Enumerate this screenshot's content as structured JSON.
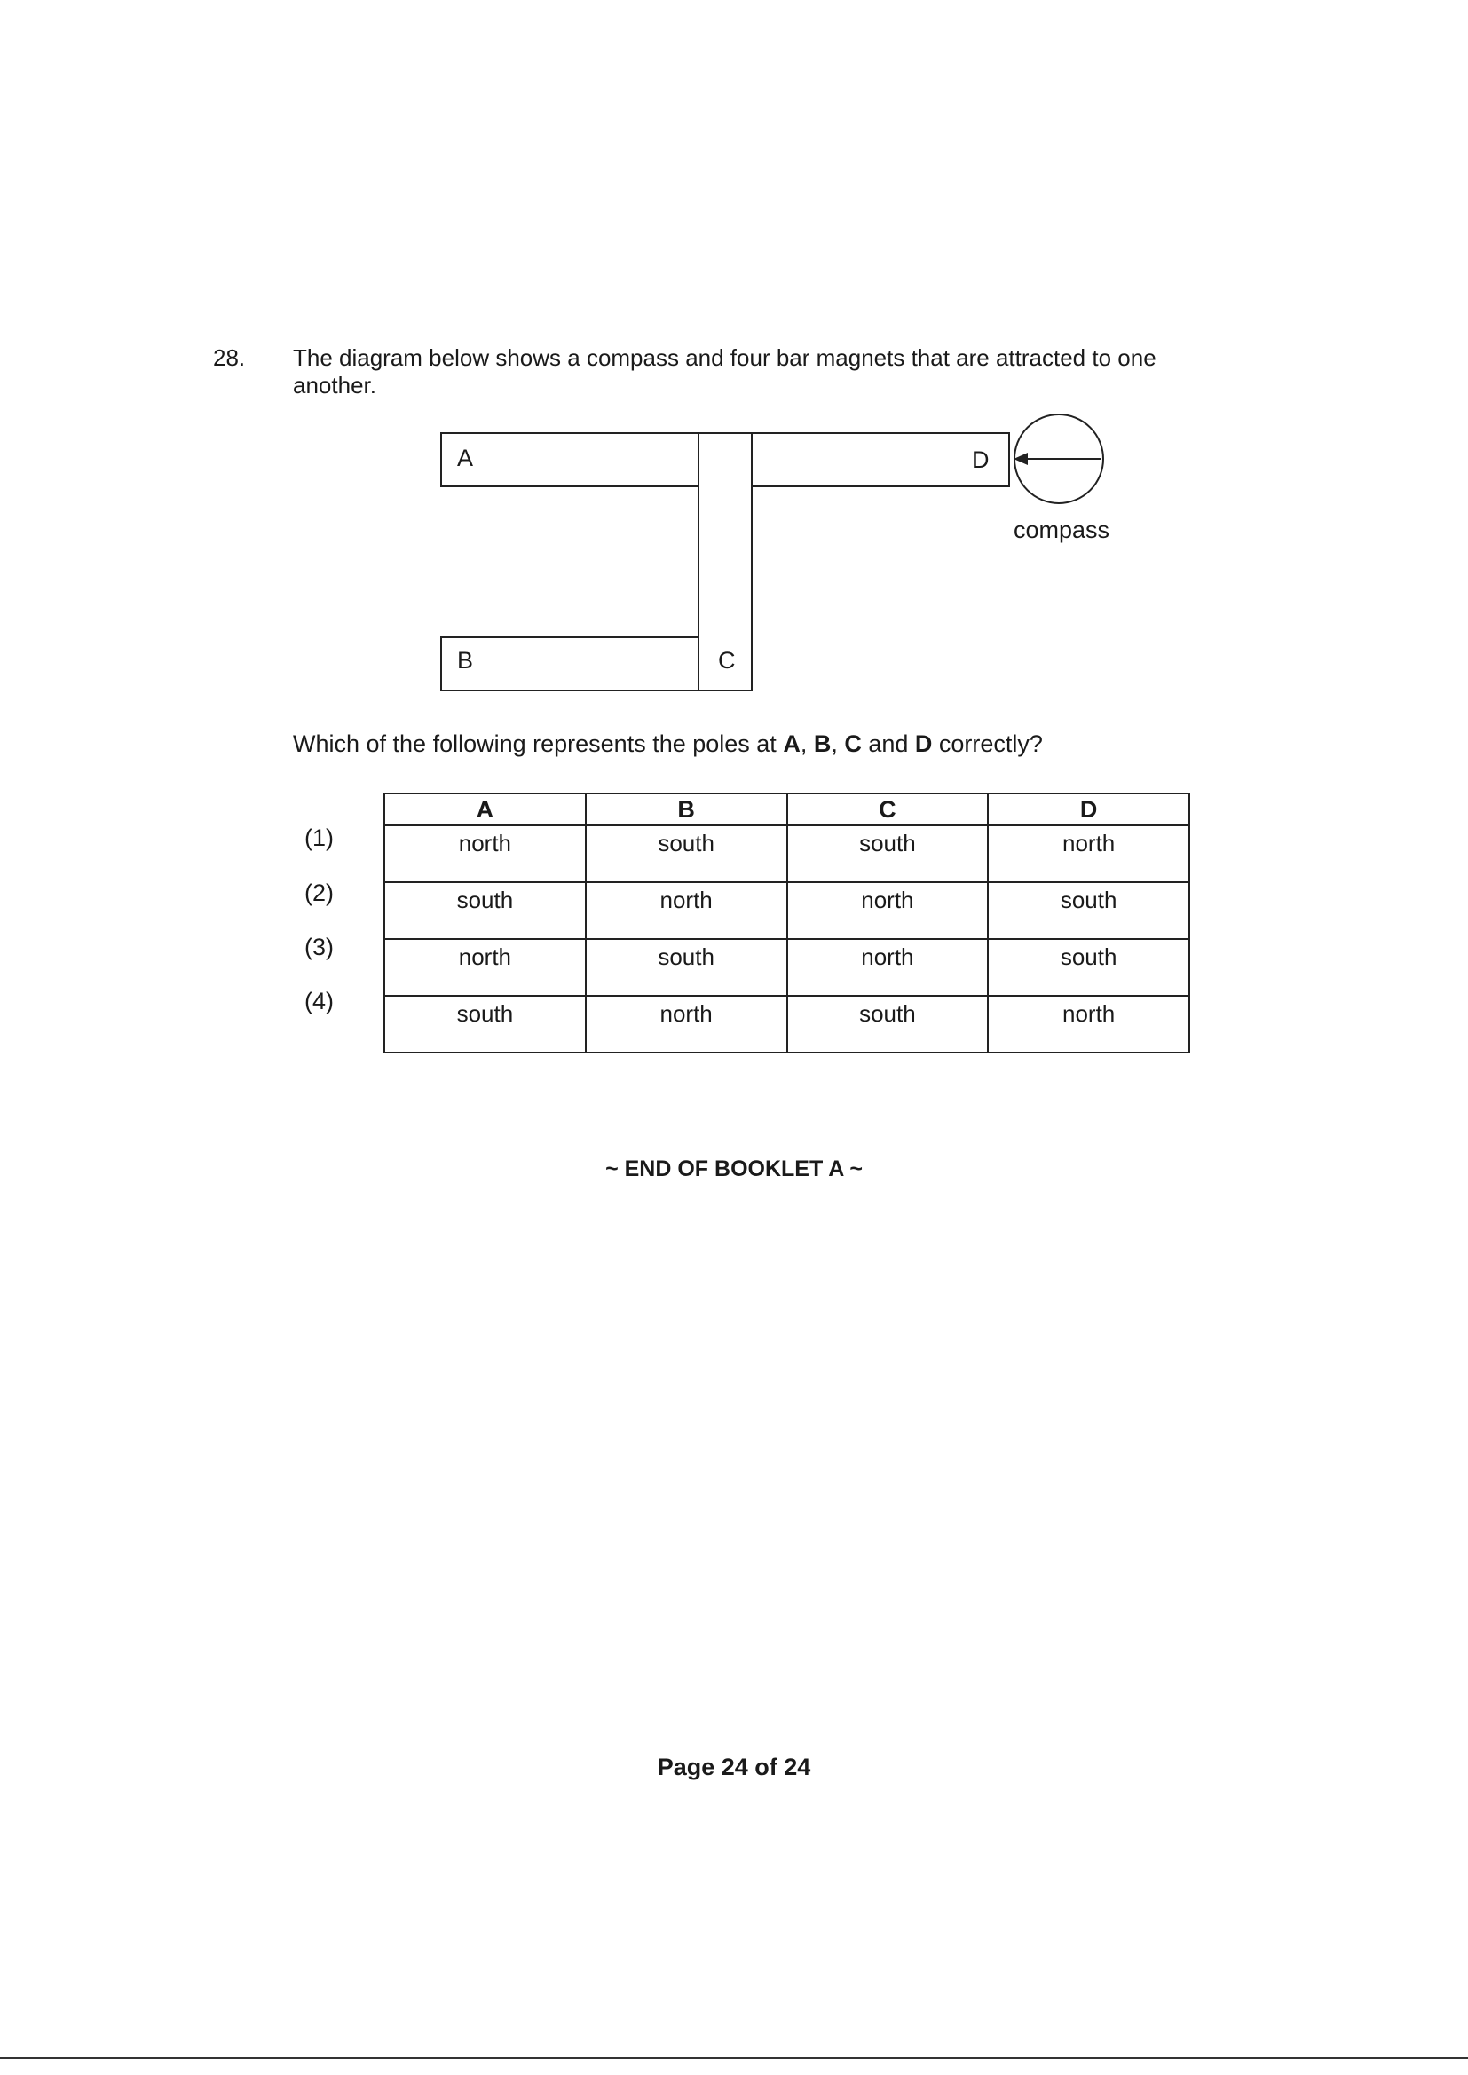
{
  "question": {
    "number": "28.",
    "text": "The diagram below shows a compass and four bar magnets that are attracted to one another."
  },
  "diagram": {
    "labels": {
      "a": "A",
      "b": "B",
      "c": "C",
      "d": "D",
      "compass": "compass"
    }
  },
  "prompt": {
    "before": "Which of the following represents the poles at ",
    "a": "A",
    "sep1": ", ",
    "b": "B",
    "sep2": ", ",
    "c": "C",
    "and": " and ",
    "d": "D",
    "after": " correctly?"
  },
  "options_table": {
    "headers": [
      "A",
      "B",
      "C",
      "D"
    ],
    "rows": [
      {
        "label": "(1)",
        "cells": [
          "north",
          "south",
          "south",
          "north"
        ]
      },
      {
        "label": "(2)",
        "cells": [
          "south",
          "north",
          "north",
          "south"
        ]
      },
      {
        "label": "(3)",
        "cells": [
          "north",
          "south",
          "north",
          "south"
        ]
      },
      {
        "label": "(4)",
        "cells": [
          "south",
          "north",
          "south",
          "north"
        ]
      }
    ]
  },
  "footer": {
    "end_text": "~ END OF BOOKLET A ~",
    "page": "Page 24 of 24"
  }
}
